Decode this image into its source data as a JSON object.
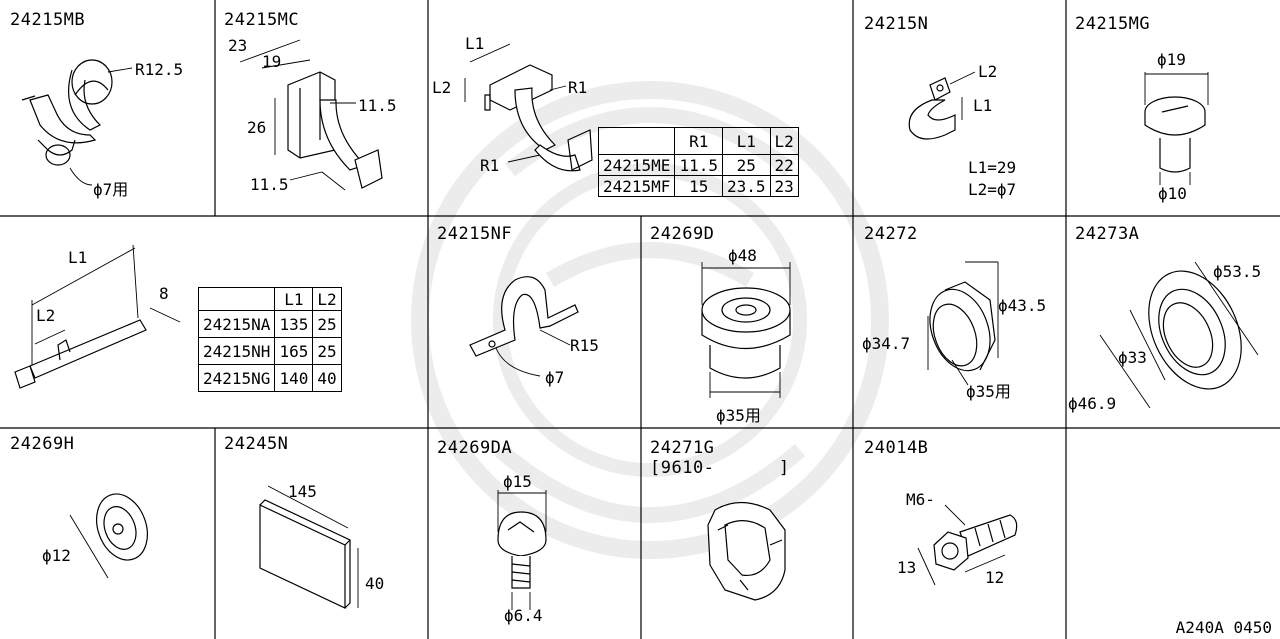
{
  "parts": {
    "p24215MB": {
      "code": "24215MB",
      "r": "R12.5",
      "use": "ϕ7用"
    },
    "p24215MC": {
      "code": "24215MC",
      "d23": "23",
      "d19": "19",
      "d26": "26",
      "d115a": "11.5",
      "d115b": "11.5"
    },
    "p24215ME": {
      "l1": "L1",
      "l2": "L2",
      "r1a": "R1",
      "r1b": "R1",
      "table": {
        "headers": [
          "R1",
          "L1",
          "L2"
        ],
        "rows": [
          [
            "24215ME",
            "11.5",
            "25",
            "22"
          ],
          [
            "24215MF",
            "15",
            "23.5",
            "23"
          ]
        ]
      }
    },
    "p24215N": {
      "code": "24215N",
      "l2": "L2",
      "l1": "L1",
      "note1": "L1=29",
      "note2": "L2=ϕ7"
    },
    "p24215MG": {
      "code": "24215MG",
      "d19": "ϕ19",
      "d10": "ϕ10"
    },
    "p24215NA": {
      "l1": "L1",
      "l2": "L2",
      "d8": "8",
      "table": {
        "headers": [
          "L1",
          "L2"
        ],
        "rows": [
          [
            "24215NA",
            "135",
            "25"
          ],
          [
            "24215NH",
            "165",
            "25"
          ],
          [
            "24215NG",
            "140",
            "40"
          ]
        ]
      }
    },
    "p24215NF": {
      "code": "24215NF",
      "r": "R15",
      "d": "ϕ7"
    },
    "p24269D": {
      "code": "24269D",
      "d48": "ϕ48",
      "use": "ϕ35用"
    },
    "p24272": {
      "code": "24272",
      "d435": "ϕ43.5",
      "d347": "ϕ34.7",
      "use": "ϕ35用"
    },
    "p24273A": {
      "code": "24273A",
      "d535": "ϕ53.5",
      "d33": "ϕ33",
      "d469": "ϕ46.9"
    },
    "p24269H": {
      "code": "24269H",
      "d12": "ϕ12"
    },
    "p24245N": {
      "code": "24245N",
      "d145": "145",
      "d40": "40"
    },
    "p24269DA": {
      "code": "24269DA",
      "d15": "ϕ15",
      "d64": "ϕ6.4"
    },
    "p24271G": {
      "code": "24271G",
      "date": "[9610-      ]"
    },
    "p24014B": {
      "code": "24014B",
      "m6": "M6-",
      "d13": "13",
      "d12": "12"
    }
  },
  "footer": {
    "ref": "A240A 0450"
  }
}
